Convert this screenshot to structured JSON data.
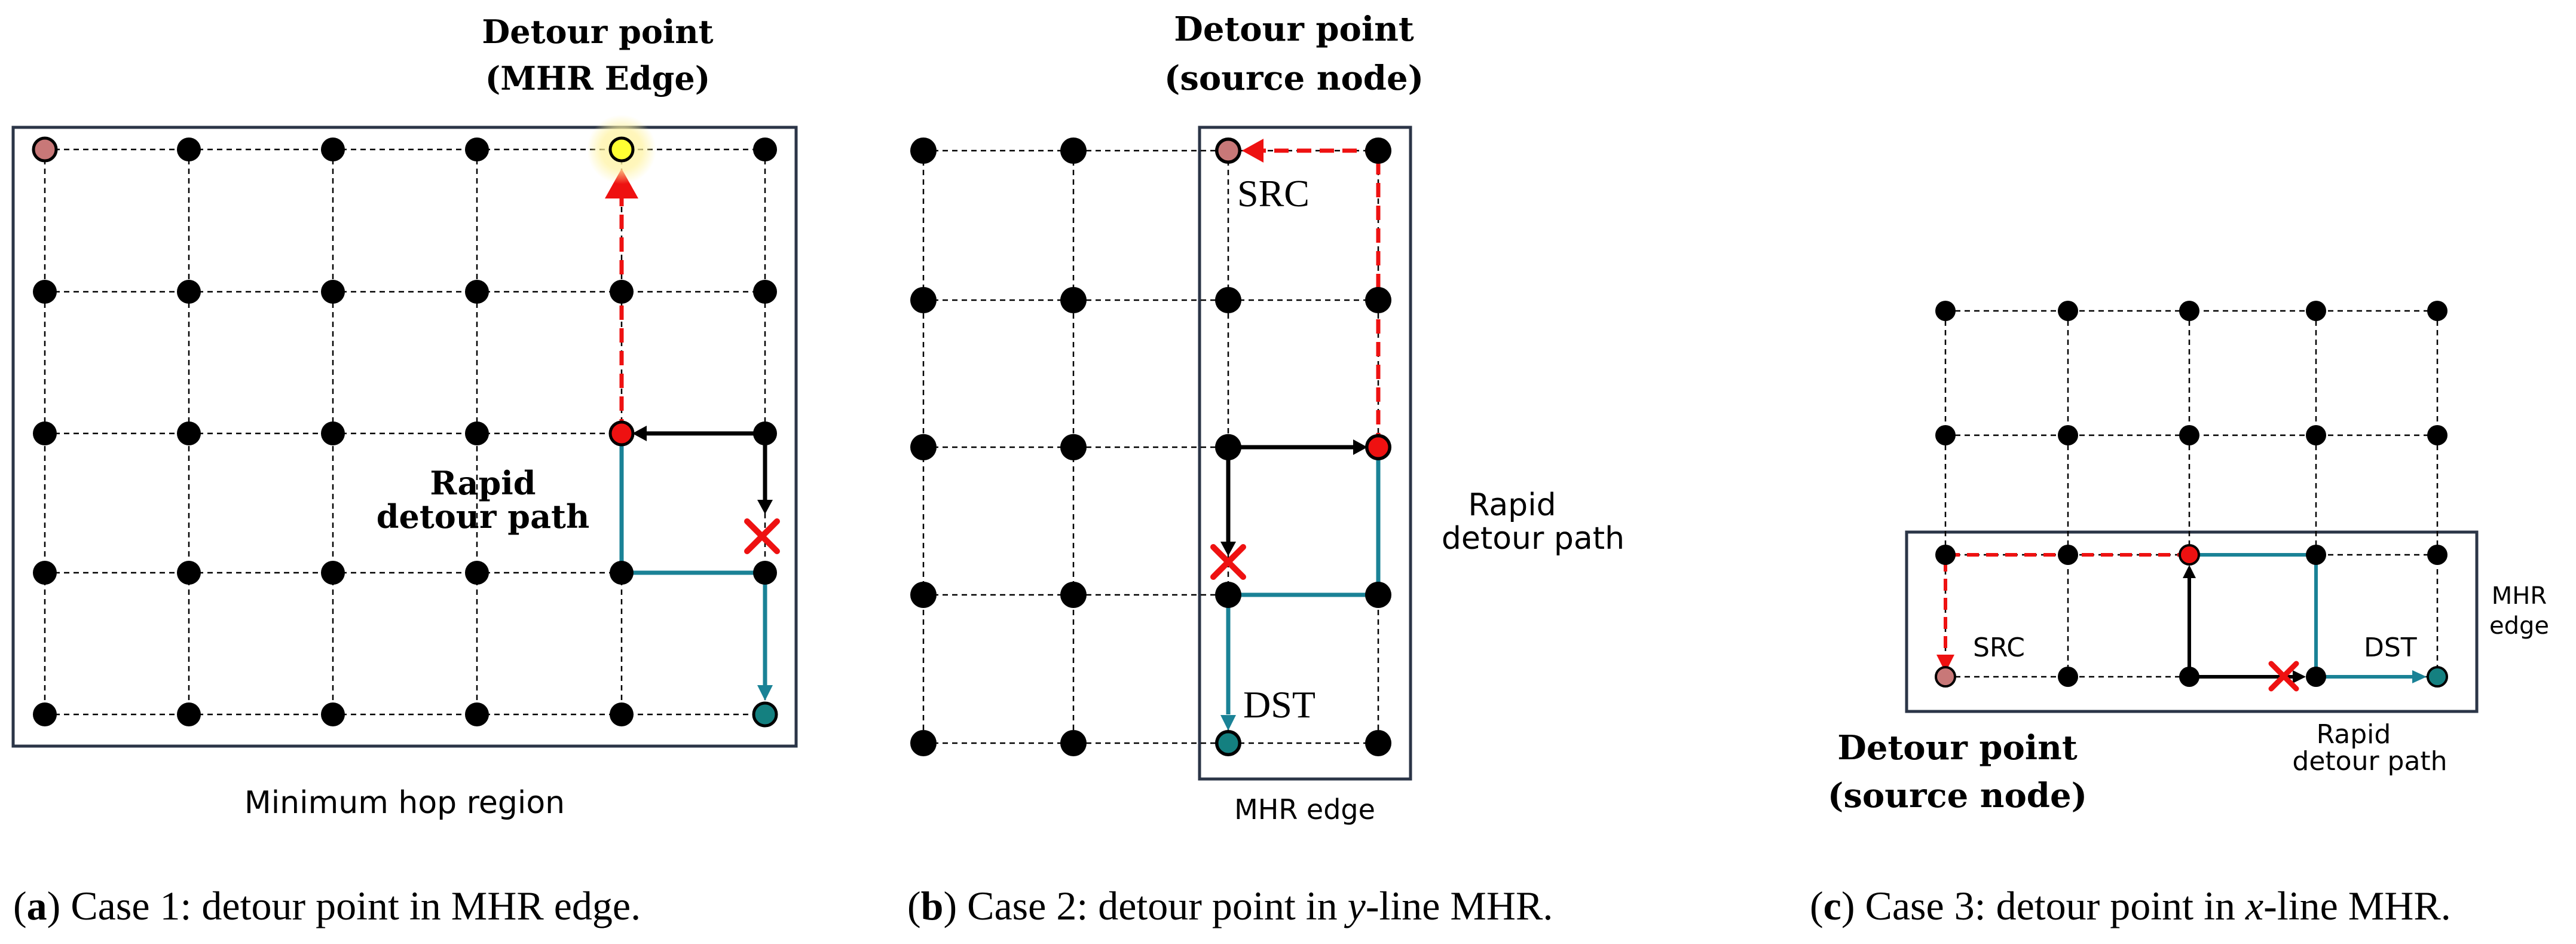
{
  "colors": {
    "node": "#000000",
    "grid": "#000000",
    "region_border": "#2b3547",
    "detour_red": "#ee1111",
    "teal": "#1a8296",
    "source_pink": "#c87878",
    "dest_teal": "#148080",
    "failure_red": "#ee1111",
    "highlight_yellow": "#ffff33",
    "glow": "#fff3a0"
  },
  "panels": {
    "a": {
      "title_line1": "Detour point",
      "title_line2": "(MHR Edge)",
      "rapid_line1": "Rapid",
      "rapid_line2": "detour path",
      "region_label": "Minimum hop region",
      "caption_letter": "a",
      "caption_text": " Case 1: detour point in MHR edge."
    },
    "b": {
      "title_line1": "Detour point",
      "title_line2": "(source node)",
      "src_label": "SRC",
      "dst_label": "DST",
      "rapid_line1": "Rapid",
      "rapid_line2": "detour path",
      "edge_label": "MHR edge",
      "caption_letter": "b",
      "caption_pre": " Case 2: detour point in ",
      "caption_var": "y",
      "caption_post": "-line MHR."
    },
    "c": {
      "title_line1": "Detour point",
      "title_line2": "(source node)",
      "src_label": "SRC",
      "dst_label": "DST",
      "rapid_line1": "Rapid",
      "rapid_line2": "detour path",
      "edge_line1": "MHR",
      "edge_line2": "edge",
      "caption_letter": "c",
      "caption_pre": " Case 3: detour point in ",
      "caption_var": "x",
      "caption_post": "-line MHR."
    }
  }
}
